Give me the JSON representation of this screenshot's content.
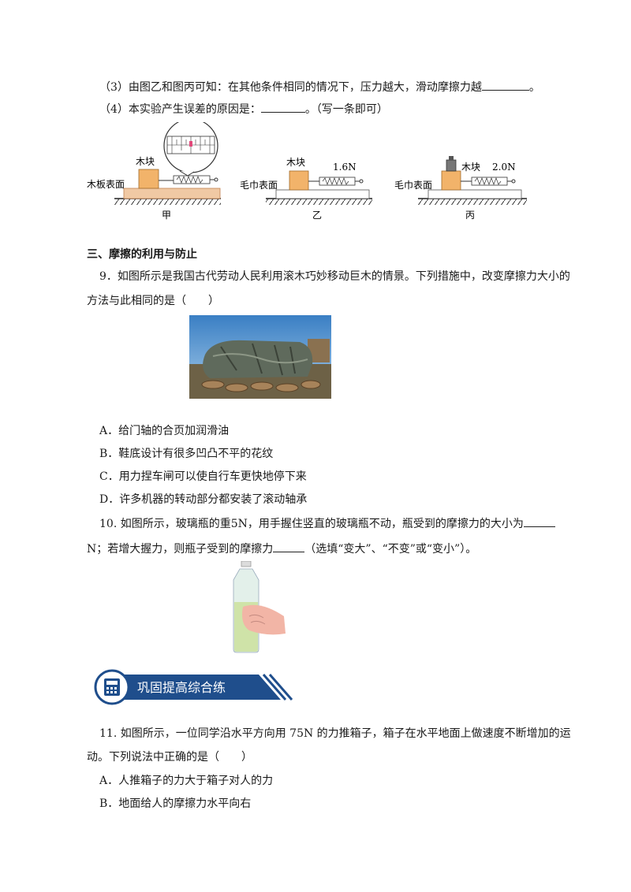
{
  "q8": {
    "item3": "（3）由图乙和图丙可知：在其他条件相同的情况下，压力越大，滑动摩擦力越",
    "item3_end": "。",
    "item4": "（4）本实验产生误差的原因是：",
    "item4_end": "。（写一条即可）"
  },
  "figure_q8": {
    "block_label": "木块",
    "panel_a": {
      "surface": "木板表面",
      "caption": "甲"
    },
    "panel_b": {
      "surface": "毛巾表面",
      "reading": "1.6N",
      "caption": "乙"
    },
    "panel_c": {
      "surface": "毛巾表面",
      "reading": "2.0N",
      "caption": "丙"
    }
  },
  "section3": {
    "title": "三、摩擦的利用与防止"
  },
  "q9": {
    "stem_line1": "9．如图所示是我国古代劳动人民利用滚木巧妙移动巨木的情景。下列措施中，改变摩擦力大小的",
    "stem_line2": "方法与此相同的是（　　）",
    "options": [
      "A．给门轴的合页加润滑油",
      "B．鞋底设计有很多凹凸不平的花纹",
      "C．用力捏车闸可以使自行车更快地停下来",
      "D．许多机器的转动部分都安装了滚动轴承"
    ]
  },
  "q10": {
    "stem_line1": "10. 如图所示，玻璃瓶的重5N，用手握住竖直的玻璃瓶不动，瓶受到的摩擦力的大小为",
    "stem_line2a": "N；若增大握力，则瓶子受到的摩擦力",
    "stem_line2b": "（选填“变大”、“不变”或“变小”）。"
  },
  "banner": {
    "title": "巩固提高综合练",
    "color": "#1f4e8c"
  },
  "q11": {
    "stem_line1": "11. 如图所示，一位同学沿水平方向用 75N 的力推箱子，箱子在水平地面上做速度不断增加的运",
    "stem_line2": "动。下列说法中正确的是（　　）",
    "options": [
      "A．人推箱子的力大于箱子对人的力",
      "B．地面给人的摩擦力水平向右"
    ]
  }
}
